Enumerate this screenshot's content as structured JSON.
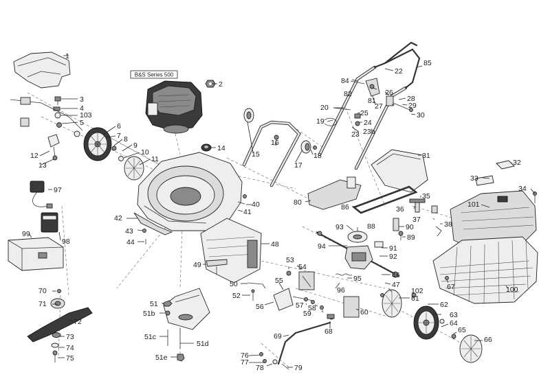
{
  "diagram": {
    "engine_label": "B&S Series 500",
    "callouts": [
      {
        "id": "1",
        "text": "1"
      },
      {
        "id": "2",
        "text": "2"
      },
      {
        "id": "3",
        "text": "3"
      },
      {
        "id": "4",
        "text": "4"
      },
      {
        "id": "103",
        "text": "103"
      },
      {
        "id": "5",
        "text": "5"
      },
      {
        "id": "6",
        "text": "6"
      },
      {
        "id": "7",
        "text": "7"
      },
      {
        "id": "8",
        "text": "8"
      },
      {
        "id": "9",
        "text": "9"
      },
      {
        "id": "10",
        "text": "10"
      },
      {
        "id": "11",
        "text": "11"
      },
      {
        "id": "12",
        "text": "12"
      },
      {
        "id": "13",
        "text": "13"
      },
      {
        "id": "14",
        "text": "14"
      },
      {
        "id": "15",
        "text": "15"
      },
      {
        "id": "16",
        "text": "16"
      },
      {
        "id": "17",
        "text": "17"
      },
      {
        "id": "18",
        "text": "18"
      },
      {
        "id": "19",
        "text": "19"
      },
      {
        "id": "20",
        "text": "20"
      },
      {
        "id": "22",
        "text": "22"
      },
      {
        "id": "23",
        "text": "23"
      },
      {
        "id": "23b",
        "text": "23b"
      },
      {
        "id": "24",
        "text": "24"
      },
      {
        "id": "25",
        "text": "25"
      },
      {
        "id": "26",
        "text": "26"
      },
      {
        "id": "27",
        "text": "27"
      },
      {
        "id": "28",
        "text": "28"
      },
      {
        "id": "29",
        "text": "29"
      },
      {
        "id": "30",
        "text": "30"
      },
      {
        "id": "31",
        "text": "31"
      },
      {
        "id": "32",
        "text": "32"
      },
      {
        "id": "33",
        "text": "33"
      },
      {
        "id": "34",
        "text": "34"
      },
      {
        "id": "35",
        "text": "35"
      },
      {
        "id": "36",
        "text": "36"
      },
      {
        "id": "37",
        "text": "37"
      },
      {
        "id": "38",
        "text": "38"
      },
      {
        "id": "40",
        "text": "40"
      },
      {
        "id": "41",
        "text": "41"
      },
      {
        "id": "42",
        "text": "42"
      },
      {
        "id": "43",
        "text": "43"
      },
      {
        "id": "44",
        "text": "44"
      },
      {
        "id": "46",
        "text": "46"
      },
      {
        "id": "47",
        "text": "47"
      },
      {
        "id": "48",
        "text": "48"
      },
      {
        "id": "49",
        "text": "49"
      },
      {
        "id": "50",
        "text": "50"
      },
      {
        "id": "51",
        "text": "51"
      },
      {
        "id": "51b",
        "text": "51b"
      },
      {
        "id": "51c",
        "text": "51c"
      },
      {
        "id": "51d",
        "text": "51d"
      },
      {
        "id": "51e",
        "text": "51e"
      },
      {
        "id": "52",
        "text": "52"
      },
      {
        "id": "53",
        "text": "53"
      },
      {
        "id": "54",
        "text": "54"
      },
      {
        "id": "55",
        "text": "55"
      },
      {
        "id": "56",
        "text": "56"
      },
      {
        "id": "57",
        "text": "57"
      },
      {
        "id": "58",
        "text": "58"
      },
      {
        "id": "59",
        "text": "59"
      },
      {
        "id": "60",
        "text": "60"
      },
      {
        "id": "61",
        "text": "61"
      },
      {
        "id": "62",
        "text": "62"
      },
      {
        "id": "63",
        "text": "63"
      },
      {
        "id": "64",
        "text": "64"
      },
      {
        "id": "65",
        "text": "65"
      },
      {
        "id": "66",
        "text": "66"
      },
      {
        "id": "67",
        "text": "67"
      },
      {
        "id": "68",
        "text": "68"
      },
      {
        "id": "69",
        "text": "69"
      },
      {
        "id": "70",
        "text": "70"
      },
      {
        "id": "71",
        "text": "71"
      },
      {
        "id": "72",
        "text": "72"
      },
      {
        "id": "73",
        "text": "73"
      },
      {
        "id": "74",
        "text": "74"
      },
      {
        "id": "75",
        "text": "75"
      },
      {
        "id": "76",
        "text": "76"
      },
      {
        "id": "77",
        "text": "77"
      },
      {
        "id": "78",
        "text": "78"
      },
      {
        "id": "79",
        "text": "79"
      },
      {
        "id": "80",
        "text": "80"
      },
      {
        "id": "81",
        "text": "81"
      },
      {
        "id": "82",
        "text": "82"
      },
      {
        "id": "84",
        "text": "84"
      },
      {
        "id": "85",
        "text": "85"
      },
      {
        "id": "86",
        "text": "86"
      },
      {
        "id": "88",
        "text": "88"
      },
      {
        "id": "89",
        "text": "89"
      },
      {
        "id": "90",
        "text": "90"
      },
      {
        "id": "91",
        "text": "91"
      },
      {
        "id": "92",
        "text": "92"
      },
      {
        "id": "93",
        "text": "93"
      },
      {
        "id": "94",
        "text": "94"
      },
      {
        "id": "95",
        "text": "95"
      },
      {
        "id": "96",
        "text": "96"
      },
      {
        "id": "97",
        "text": "97"
      },
      {
        "id": "98",
        "text": "98"
      },
      {
        "id": "99",
        "text": "99"
      },
      {
        "id": "100",
        "text": "100"
      },
      {
        "id": "101",
        "text": "101"
      },
      {
        "id": "102",
        "text": "102"
      }
    ]
  }
}
